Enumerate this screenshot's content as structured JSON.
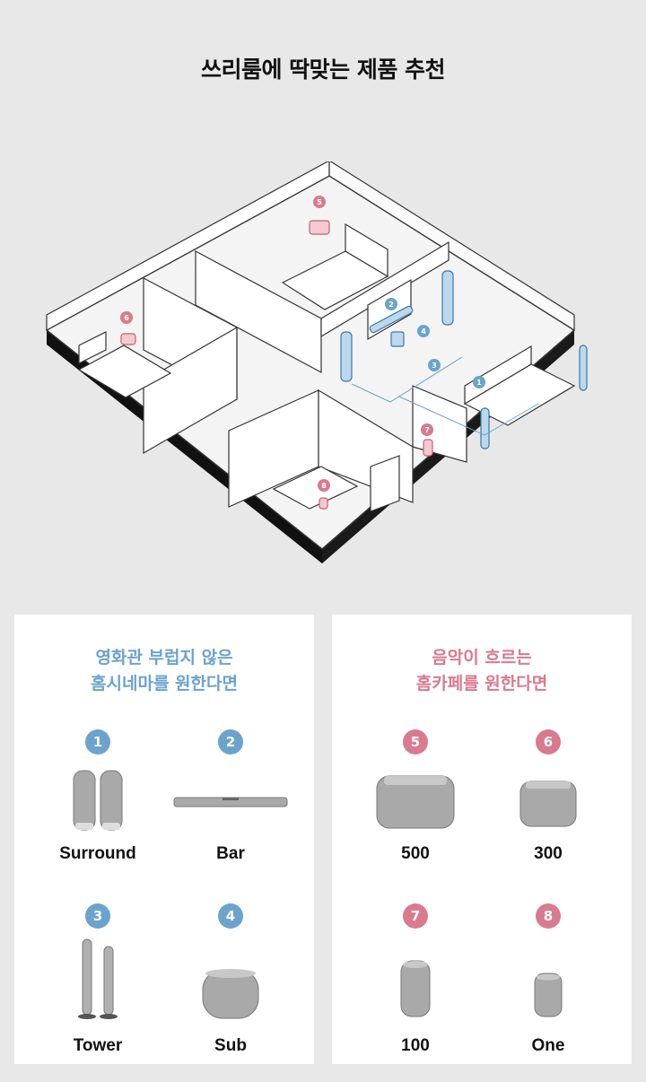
{
  "title": "쓰리룸에 딱맞는 제품 추천",
  "colors": {
    "blue": "#6ba3cc",
    "pink": "#d97a8f",
    "background": "#e8e8e8"
  },
  "floorplan": {
    "markers": [
      {
        "num": "1",
        "color": "blue"
      },
      {
        "num": "2",
        "color": "blue"
      },
      {
        "num": "3",
        "color": "blue"
      },
      {
        "num": "4",
        "color": "blue"
      },
      {
        "num": "5",
        "color": "pink"
      },
      {
        "num": "6",
        "color": "pink"
      },
      {
        "num": "7",
        "color": "pink"
      },
      {
        "num": "8",
        "color": "pink"
      }
    ]
  },
  "cards": {
    "cinema": {
      "heading_line1": "영화관 부럽지 않은",
      "heading_line2": "홈시네마를 원한다면",
      "products": [
        {
          "num": "1",
          "label": "Surround"
        },
        {
          "num": "2",
          "label": "Bar"
        },
        {
          "num": "3",
          "label": "Tower"
        },
        {
          "num": "4",
          "label": "Sub"
        }
      ]
    },
    "cafe": {
      "heading_line1": "음악이 흐르는",
      "heading_line2": "홈카페를 원한다면",
      "products": [
        {
          "num": "5",
          "label": "500"
        },
        {
          "num": "6",
          "label": "300"
        },
        {
          "num": "7",
          "label": "100"
        },
        {
          "num": "8",
          "label": "One"
        }
      ]
    }
  }
}
